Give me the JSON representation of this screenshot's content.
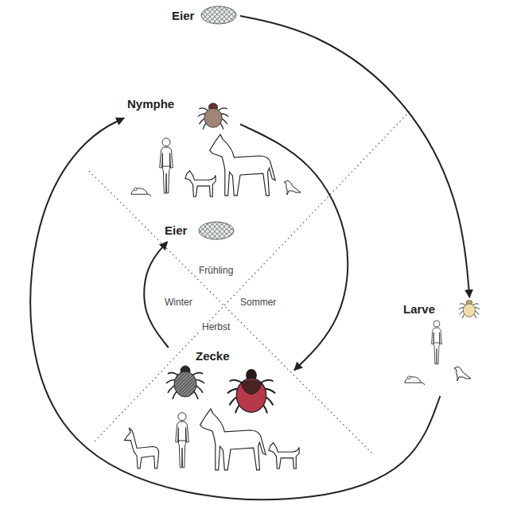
{
  "diagram": {
    "nodes": [
      {
        "text": [
          "Eier"
        ]
      },
      {
        "text": [
          "Nymphe"
        ]
      },
      {
        "text": [
          "Eier"
        ]
      },
      {
        "text": [
          "Larve"
        ]
      },
      {
        "text": [
          "Zecke"
        ]
      }
    ],
    "edges": [
      {
        "from": 0,
        "to": 3,
        "arrow": "to"
      },
      {
        "from": 3,
        "to": 1,
        "arrow": "to"
      },
      {
        "from": 1,
        "to": 4,
        "arrow": "to"
      },
      {
        "from": 4,
        "to": 2,
        "arrow": "to"
      }
    ],
    "labels": [
      "Frühling",
      "Winter",
      "Sommer",
      "Herbst"
    ]
  }
}
